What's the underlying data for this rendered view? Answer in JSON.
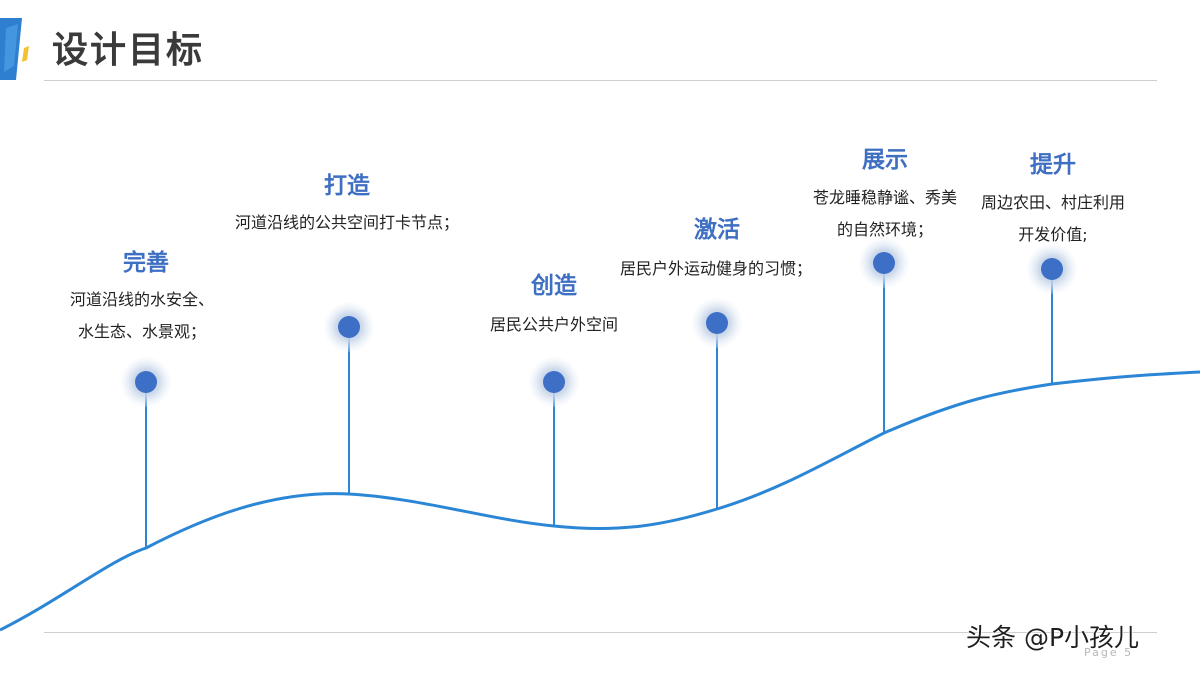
{
  "slide": {
    "title": "设计目标",
    "page_label": "Page 5",
    "watermark": "头条 @P小孩儿"
  },
  "colors": {
    "title": "#3a3a3a",
    "accent": "#3f6fc2",
    "curve": "#2b86d6",
    "node": "#3d6fc6",
    "node_halo": "#d8e3f0"
  },
  "milestones": [
    {
      "title": "完善",
      "desc": [
        "河道沿线的水安全、",
        "水生态、水景观；"
      ]
    },
    {
      "title": "打造",
      "desc": [
        "河道沿线的公共空间打卡节点；"
      ]
    },
    {
      "title": "创造",
      "desc": [
        "居民公共户外空间"
      ]
    },
    {
      "title": "激活",
      "desc": [
        "居民户外运动健身的习惯；"
      ]
    },
    {
      "title": "展示",
      "desc": [
        "苍龙睡稳静谧、秀美",
        "的自然环境；"
      ]
    },
    {
      "title": "提升",
      "desc": [
        "周边农田、村庄利用",
        "开发价值;"
      ]
    }
  ]
}
